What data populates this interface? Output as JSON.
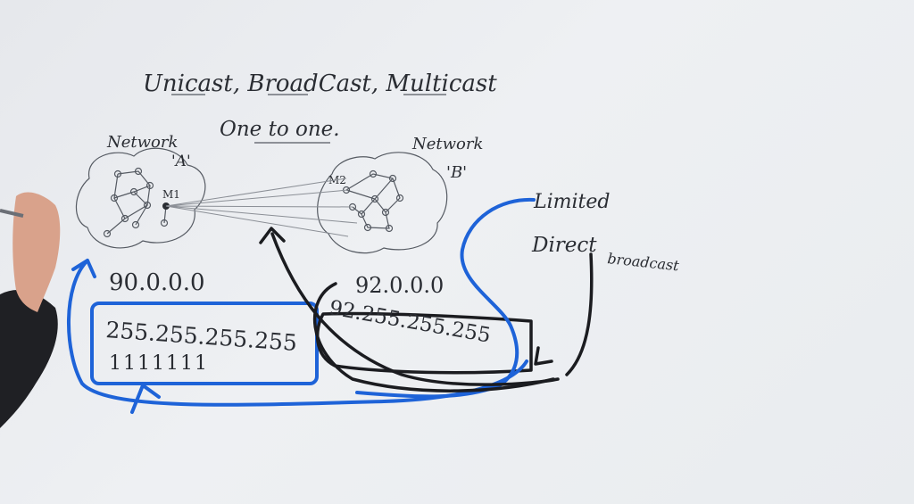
{
  "board": {
    "title": "Unicast, BroadCast, Multicast",
    "subtitle": "One to one.",
    "network_a": {
      "label": "Network",
      "tag": "'A'",
      "host": "M1",
      "address": "90.0.0.0"
    },
    "network_b": {
      "label": "Network",
      "tag": "'B'",
      "host": "M2",
      "address": "92.0.0.0"
    },
    "limited_broadcast": {
      "address": "255.255.255.255",
      "ones": "1111111"
    },
    "directed_broadcast": {
      "address": "92.255.255.255"
    },
    "notes": {
      "limited": "Limited",
      "direct": "Direct",
      "broadcast": "broadcast"
    }
  },
  "colors": {
    "board": "#eceef1",
    "ink": "#1b1c20",
    "marker_blue": "#1e63d8"
  }
}
